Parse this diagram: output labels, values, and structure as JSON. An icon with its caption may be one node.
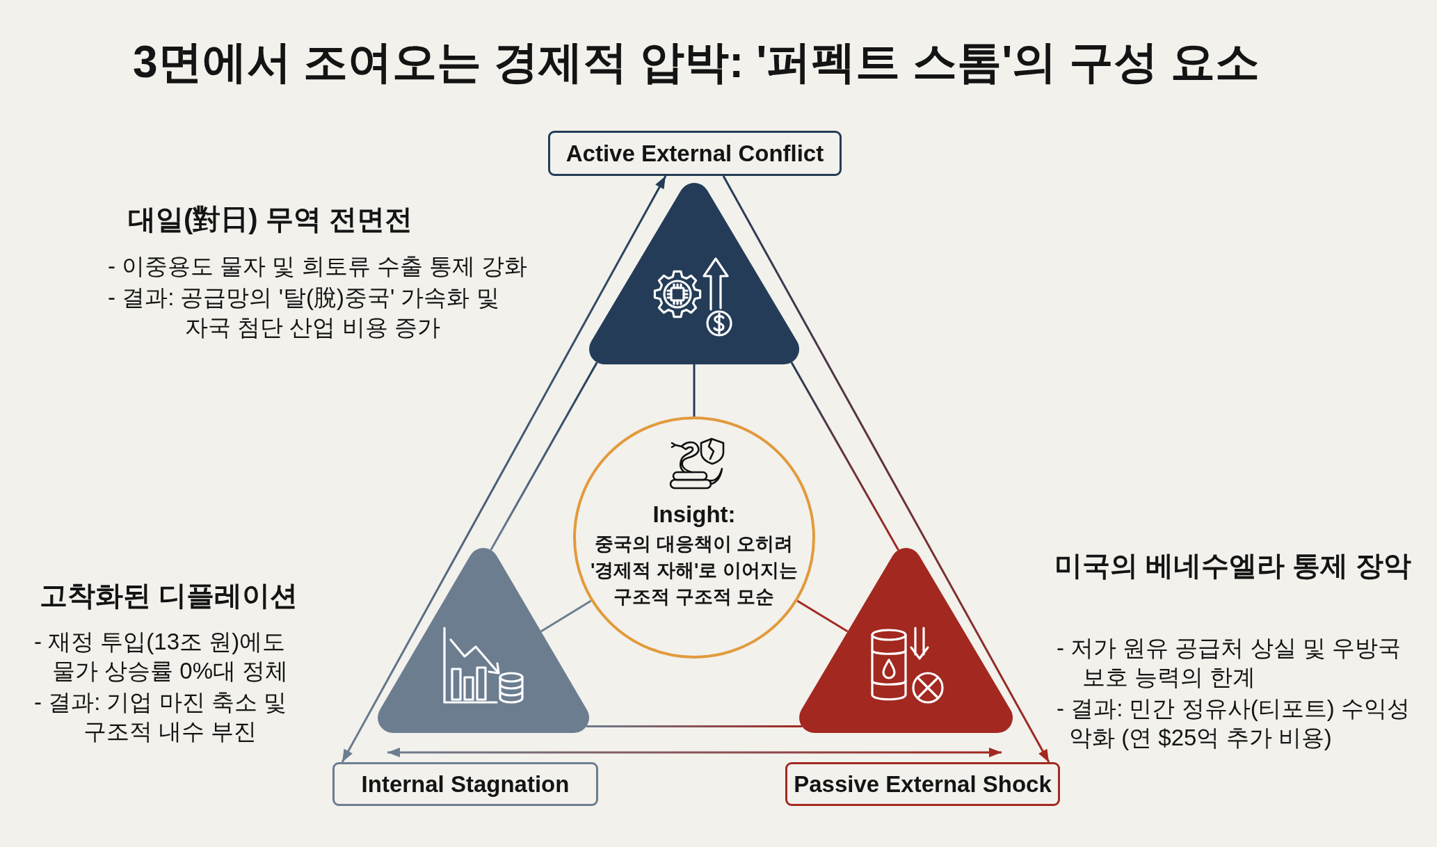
{
  "diagram": {
    "title": "3면에서 조여오는 경제적 압박: '퍼펙트 스톰'의 구성 요소",
    "nodes": [
      {
        "text": [
          "Active External Conflict"
        ]
      },
      {
        "text": [],
        "shape": "triangle"
      },
      {
        "text": [
          "Insight:",
          "중국의 대응책이 오히려 '경제적 자해'로 이어지는 구조적 구조적 모순"
        ]
      },
      {
        "text": [],
        "shape": "triangle"
      },
      {
        "text": [],
        "shape": "triangle"
      },
      {
        "text": [
          "Internal Stagnation"
        ]
      },
      {
        "text": [
          "Passive External Shock"
        ]
      }
    ],
    "edges": [
      {
        "from": 1,
        "to": 2,
        "arrow": "none"
      },
      {
        "from": 3,
        "to": 2,
        "arrow": "none"
      },
      {
        "from": 4,
        "to": 2,
        "arrow": "none"
      },
      {
        "from": 1,
        "to": 3,
        "arrow": "none"
      },
      {
        "from": 1,
        "to": 4,
        "arrow": "none"
      },
      {
        "from": 3,
        "to": 4,
        "arrow": "none"
      },
      {
        "from": 0,
        "to": 5,
        "arrow": "both"
      },
      {
        "from": 0,
        "to": 6,
        "arrow": "to"
      },
      {
        "from": 5,
        "to": 6,
        "arrow": "both"
      }
    ],
    "labels": [
      "대일(對日) 무역 전면전",
      "- 이중용도 물자 및 희토류 수출 통제 강화",
      "- 결과: 공급망의 '탈(脫)중국' 가속화 및 자국 첨단 산업 비용 증가",
      "고착화된 디플레이션",
      "- 재정 투입(13조 원)에도 물가 상승률 0%대 정체",
      "- 결과: 기업 마진 축소 및 구조적 내수 부진",
      "미국의 베네수엘라 통제 장악",
      "- 저가 원유 공급처 상실 및 우방국 보호 능력의 한계",
      "- 결과: 민간 정유사(티포트) 수익성 악화 (연 $25억 추가 비용)"
    ]
  }
}
